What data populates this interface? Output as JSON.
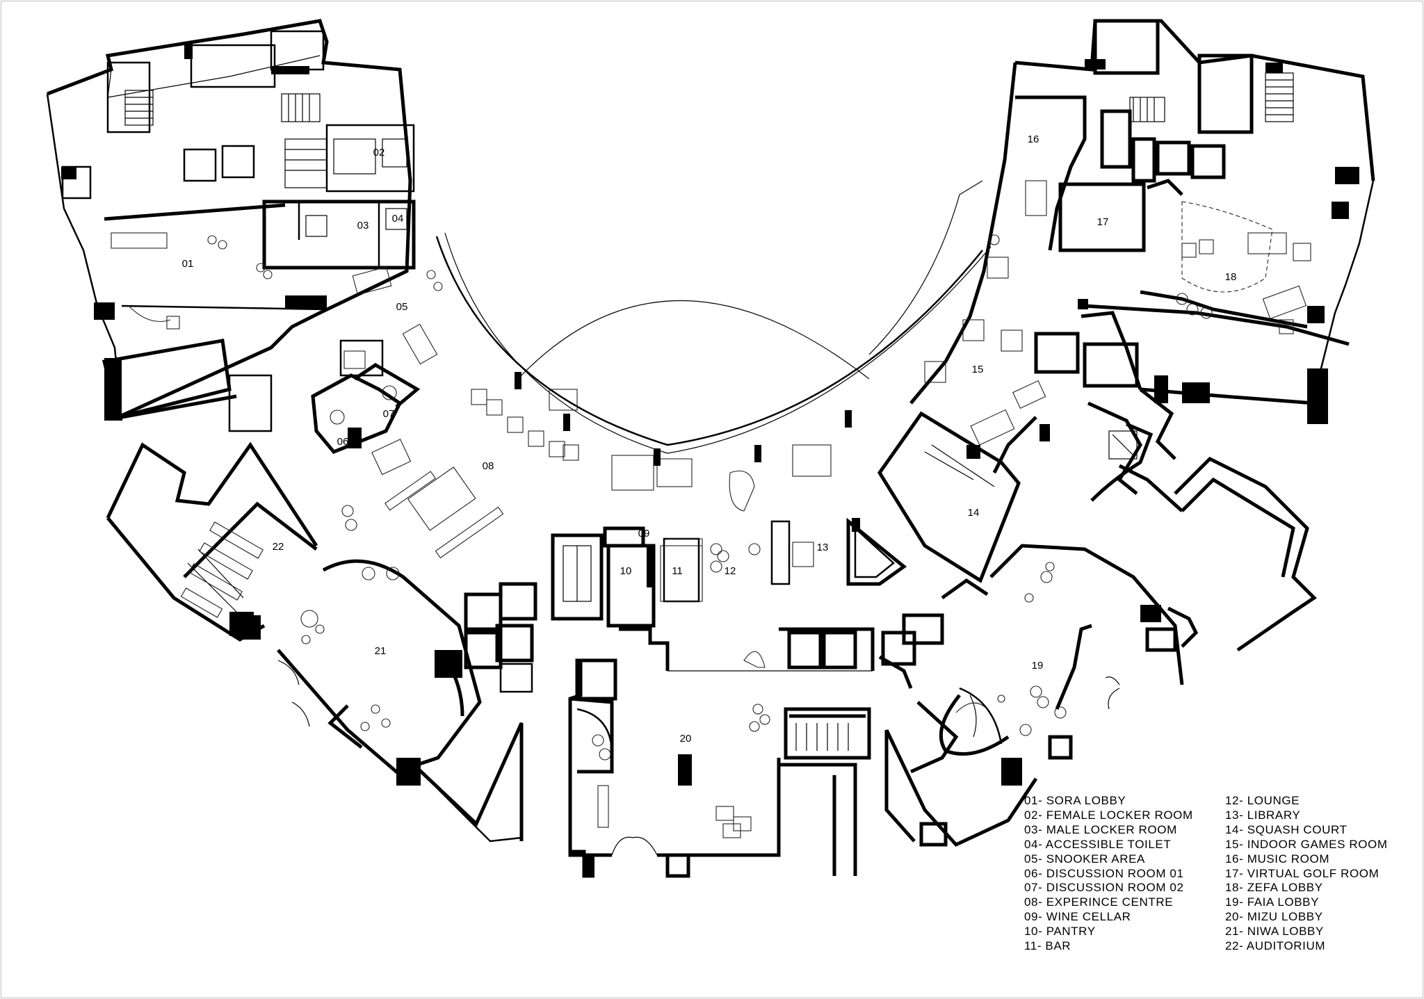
{
  "rooms": [
    {
      "num": "01"
    },
    {
      "num": "02"
    },
    {
      "num": "03"
    },
    {
      "num": "04"
    },
    {
      "num": "05"
    },
    {
      "num": "06"
    },
    {
      "num": "07"
    },
    {
      "num": "08"
    },
    {
      "num": "09"
    },
    {
      "num": "10"
    },
    {
      "num": "11"
    },
    {
      "num": "12"
    },
    {
      "num": "13"
    },
    {
      "num": "14"
    },
    {
      "num": "15"
    },
    {
      "num": "16"
    },
    {
      "num": "17"
    },
    {
      "num": "18"
    },
    {
      "num": "19"
    },
    {
      "num": "20"
    },
    {
      "num": "21"
    },
    {
      "num": "22"
    }
  ],
  "legend": {
    "left": [
      "01- SORA LOBBY",
      "02- FEMALE LOCKER ROOM",
      "03- MALE LOCKER ROOM",
      "04- ACCESSIBLE TOILET",
      "05- SNOOKER AREA",
      "06- DISCUSSION ROOM 01",
      "07- DISCUSSION ROOM 02",
      "08- EXPERINCE CENTRE",
      "09- WINE CELLAR",
      "10- PANTRY",
      "11- BAR"
    ],
    "right": [
      "12- LOUNGE",
      "13- LIBRARY",
      "14- SQUASH COURT",
      "15- INDOOR GAMES ROOM",
      "16- MUSIC ROOM",
      "17- VIRTUAL GOLF ROOM",
      "18- ZEFA LOBBY",
      "19- FAIA LOBBY",
      "20- MIZU LOBBY",
      "21- NIWA LOBBY",
      "22- AUDITORIUM"
    ]
  }
}
